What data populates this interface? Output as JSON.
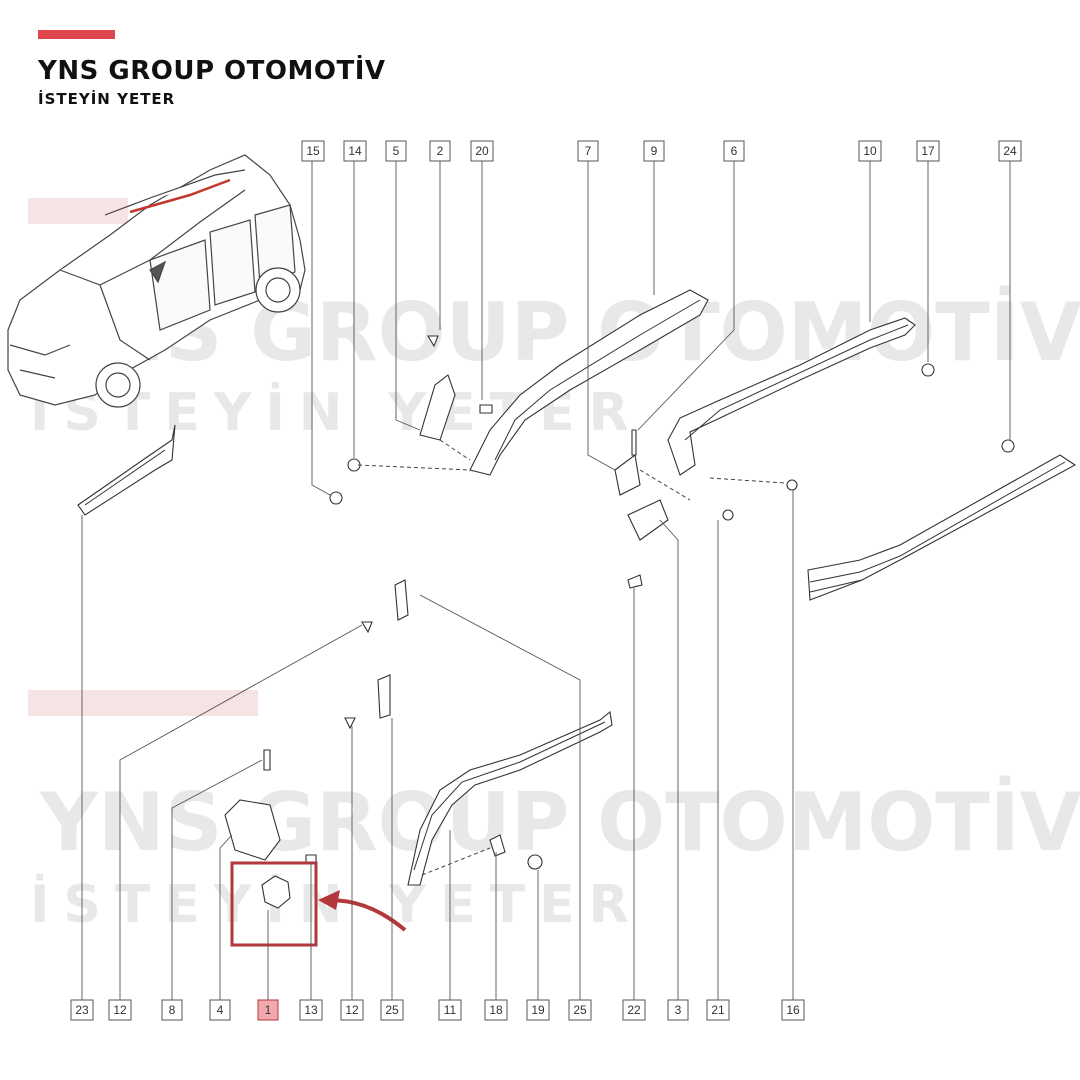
{
  "brand": {
    "name": "YNS GROUP OTOMOTİV",
    "slogan": "İSTEYİN YETER",
    "accent_color": "#e0474c"
  },
  "watermark": {
    "line1": "YNS GROUP OTOMOTİV",
    "line2": "İSTEYİN YETER"
  },
  "callouts": {
    "top": [
      "15",
      "14",
      "5",
      "2",
      "20",
      "7",
      "9",
      "6",
      "10",
      "17",
      "24"
    ],
    "bottom": [
      "23",
      "12",
      "8",
      "4",
      "1",
      "13",
      "12",
      "25",
      "11",
      "18",
      "19",
      "25",
      "22",
      "3",
      "21",
      "16"
    ]
  },
  "highlight": {
    "part_number": "1",
    "color": "#b2383c"
  }
}
